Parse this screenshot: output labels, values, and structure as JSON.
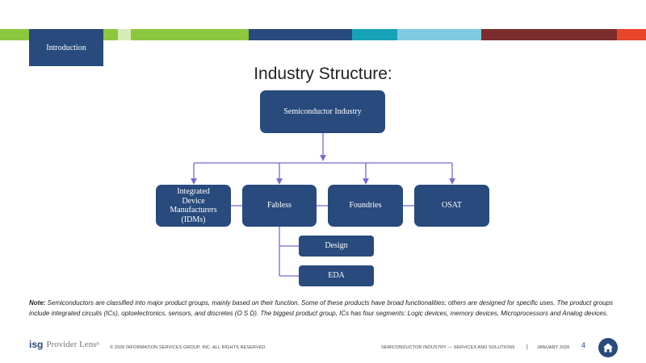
{
  "header": {
    "section_label": "Introduction",
    "stripe_colors": [
      "#8dc63f",
      "#284a7c",
      "#17a2b8",
      "#7ecae3",
      "#7b2d2d",
      "#e8452c"
    ]
  },
  "slide": {
    "title": "Industry Structure:"
  },
  "diagram": {
    "root": "Semiconductor Industry",
    "children": {
      "idm": [
        "Integrated",
        "Device",
        "Manufacturers",
        "(IDMs)"
      ],
      "fabless": "Fabless",
      "foundries": "Foundries",
      "osat": "OSAT"
    },
    "fabless_subs": {
      "design": "Design",
      "eda": "EDA"
    },
    "box_color": "#284a7c",
    "connector_color": "#7b68d6"
  },
  "note": {
    "label": "Note:",
    "text": " Semiconductors are classified into major product groups, mainly based on their function. Some of these products have broad functionalities; others are designed for specific uses. The product groups include integrated circuits (ICs), optoelectronics, sensors, and discretes (O S D). The biggest product group, ICs has four segments: Logic devices, memory devices, Microprocessors and Analog devices."
  },
  "footer": {
    "logo_isg": "isg",
    "logo_text": "Provider Lens",
    "logo_mark": "®",
    "copyright": "© 2026 INFORMATION SERVICES GROUP, INC. ALL RIGHTS RESERVED.",
    "report": "SEMICONDUCTOR INDUSTRY — SERVICES AND SOLUTIONS",
    "separator": "|",
    "date": "JANUARY 2026",
    "page": "4",
    "home_icon": "home-icon"
  }
}
